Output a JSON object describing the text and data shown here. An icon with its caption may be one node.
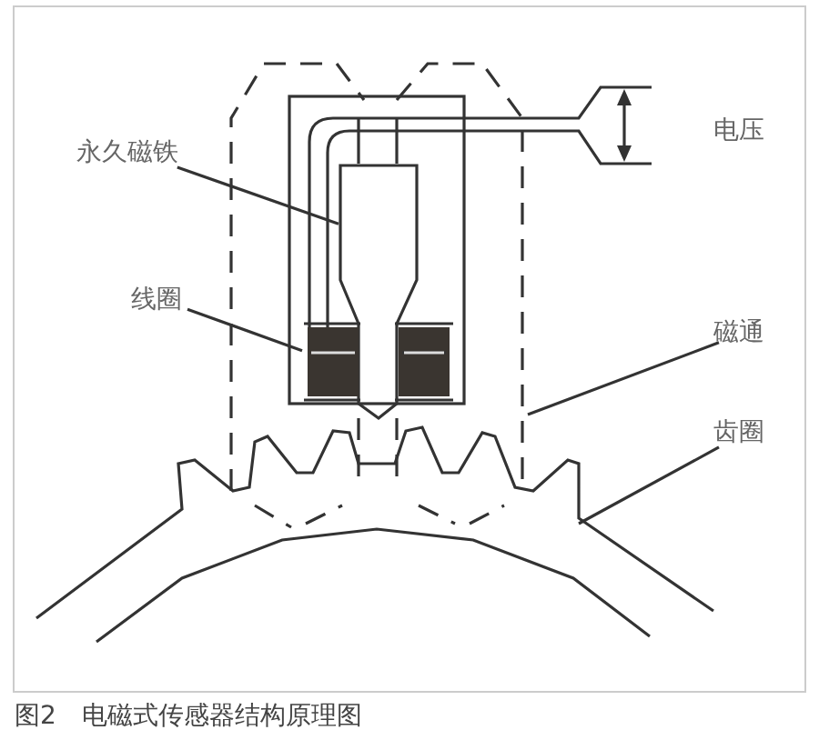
{
  "diagram": {
    "caption": "图2　电磁式传感器结构原理图",
    "nodes": [
      {
        "text": [
          "永久磁铁"
        ]
      },
      {
        "text": [],
        "shape": "box"
      },
      {
        "text": [
          "线圈"
        ]
      },
      {
        "text": [],
        "shape": "box"
      },
      {
        "text": [
          "磁通"
        ]
      },
      {
        "text": [
          "齿圈"
        ]
      }
    ],
    "edges": [
      {
        "from": 0,
        "to": 1,
        "arrow": "none"
      },
      {
        "from": 2,
        "to": 3,
        "arrow": "none"
      },
      {
        "from": 4,
        "to": null,
        "arrow": "none"
      },
      {
        "from": 5,
        "to": null,
        "arrow": "none"
      }
    ],
    "labels": [
      "电压"
    ]
  }
}
